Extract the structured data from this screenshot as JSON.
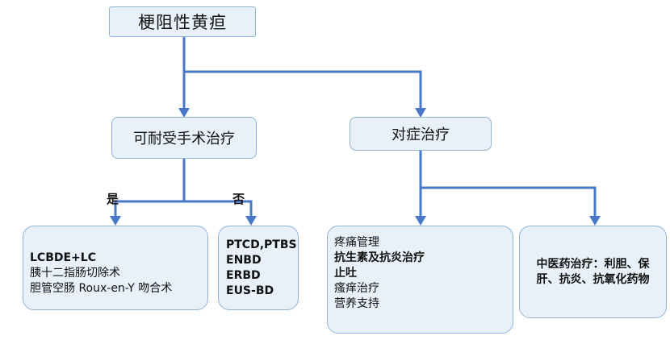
{
  "diagram": {
    "root": {
      "label": "梗阻性黄疸"
    },
    "branches": {
      "surgical": {
        "label": "可耐受手术治疗"
      },
      "symptomatic": {
        "label": "对症治疗"
      }
    },
    "decision_labels": {
      "yes": "是",
      "no": "否"
    },
    "leaves": {
      "surgery_yes": {
        "items": [
          "LCBDE+LC",
          "胰十二指肠切除术",
          "胆管空肠 Roux-en-Y 吻合术"
        ]
      },
      "surgery_no": {
        "items": [
          "PTCD,PTBS",
          "ENBD",
          "ERBD",
          "EUS-BD"
        ]
      },
      "symptom_western": {
        "items": [
          "疼痛管理",
          "抗生素及抗炎治疗",
          "止吐",
          "瘙痒治疗",
          "营养支持"
        ]
      },
      "symptom_tcm": {
        "text": "中医药治疗：利胆、保\n肝、抗炎、抗氧化药物"
      }
    },
    "colors": {
      "connector": "#4a78c8",
      "node_fill": "#e8f1fa",
      "node_border": "#8fb3d6"
    }
  }
}
